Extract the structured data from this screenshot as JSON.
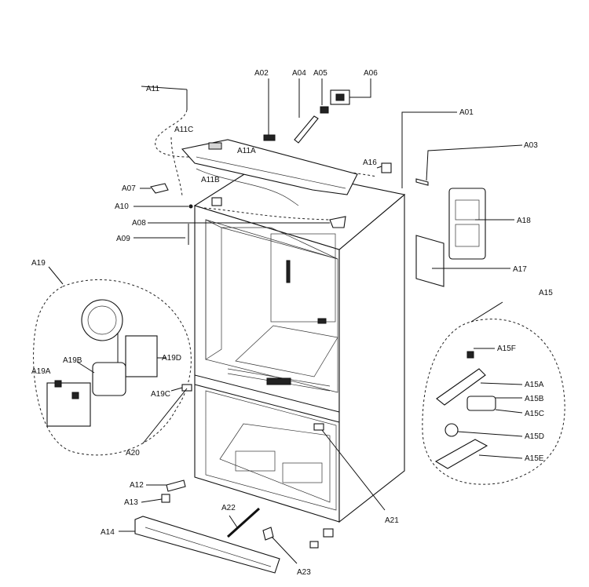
{
  "diagram": {
    "part_labels": {
      "A01": "A01",
      "A02": "A02",
      "A03": "A03",
      "A04": "A04",
      "A05": "A05",
      "A06": "A06",
      "A07": "A07",
      "A08": "A08",
      "A09": "A09",
      "A10": "A10",
      "A11": "A11",
      "A11A": "A11A",
      "A11B": "A11B",
      "A11C": "A11C",
      "A12": "A12",
      "A13": "A13",
      "A14": "A14",
      "A15": "A15",
      "A15A": "A15A",
      "A15B": "A15B",
      "A15C": "A15C",
      "A15D": "A15D",
      "A15E": "A15E",
      "A15F": "A15F",
      "A16": "A16",
      "A17": "A17",
      "A18": "A18",
      "A19": "A19",
      "A19A": "A19A",
      "A19B": "A19B",
      "A19C": "A19C",
      "A19D": "A19D",
      "A20": "A20",
      "A21": "A21",
      "A22": "A22",
      "A23": "A23"
    }
  }
}
